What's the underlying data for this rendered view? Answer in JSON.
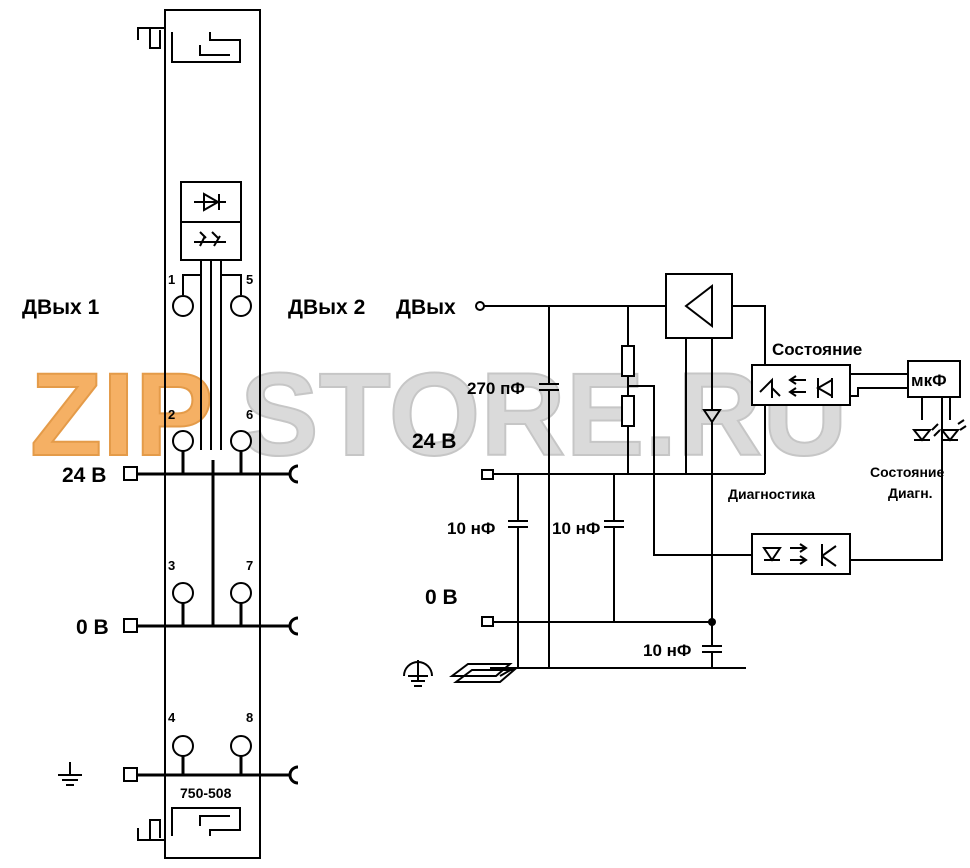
{
  "watermark": {
    "text_left": "ZIP",
    "text_right": "STORE.RU",
    "color_left": "#f4a34a",
    "color_right": "#c8c8c8"
  },
  "module": {
    "part_number": "750-508",
    "pins": [
      "1",
      "5",
      "2",
      "6",
      "3",
      "7",
      "4",
      "8"
    ],
    "labels": {
      "out1": "ДВых 1",
      "out2": "ДВых 2",
      "v24": "24 В",
      "v0": "0 В"
    }
  },
  "schematic": {
    "out": "ДВых",
    "v24": "24 В",
    "v0": "0 В",
    "c_270": "270 пФ",
    "c_10_a": "10 нФ",
    "c_10_b": "10 нФ",
    "c_10_c": "10 нФ",
    "status": "Состояние",
    "diagnostics": "Диагностика",
    "mcu": "мкФ",
    "status_led_line1": "Состояние",
    "status_led_line2": "Диагн."
  },
  "colors": {
    "line": "#000000",
    "background": "#ffffff"
  }
}
